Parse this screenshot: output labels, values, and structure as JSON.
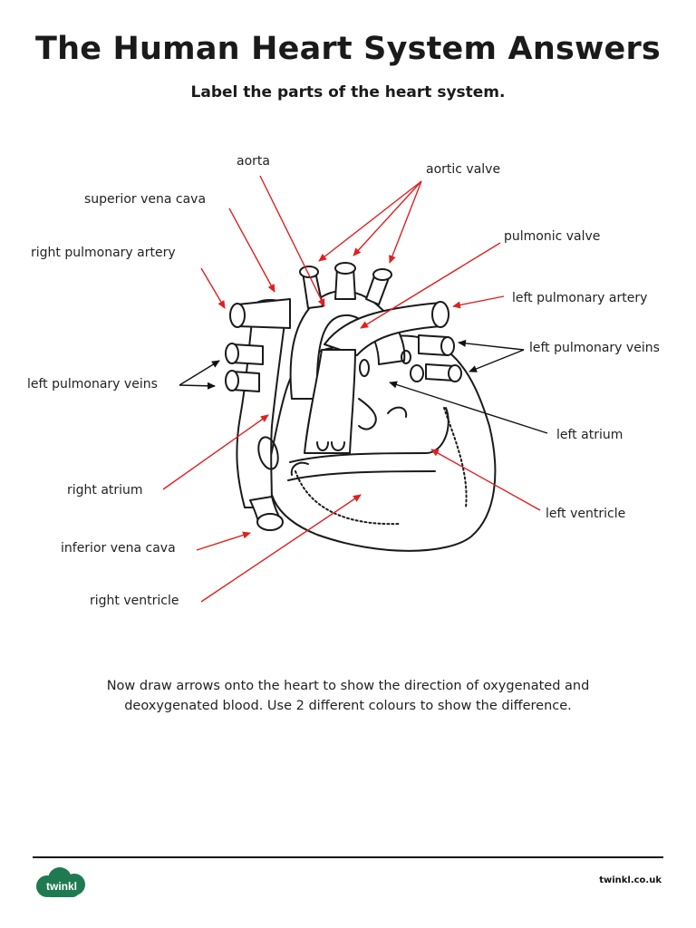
{
  "title": "The Human Heart System Answers",
  "subtitle": "Label the parts of the heart system.",
  "labels": {
    "aorta": "aorta",
    "aortic_valve": "aortic valve",
    "superior_vena_cava": "superior vena cava",
    "pulmonic_valve": "pulmonic valve",
    "right_pulmonary_artery": "right pulmonary artery",
    "left_pulmonary_artery": "left pulmonary artery",
    "left_pulmonary_veins_right": "left pulmonary veins",
    "left_pulmonary_veins_left": "left pulmonary veins",
    "left_atrium": "left atrium",
    "right_atrium": "right atrium",
    "left_ventricle": "left ventricle",
    "inferior_vena_cava": "inferior vena cava",
    "right_ventricle": "right ventricle"
  },
  "instructions": {
    "line1": "Now draw arrows onto the heart to show the direction of oxygenated and",
    "line2": "deoxygenated blood.  Use 2 different colours to show the difference."
  },
  "footer": {
    "logo_text": "twinkl",
    "site": "twinkl.co.uk"
  },
  "colors": {
    "arrow_red": "#e02020",
    "arrow_black": "#111111",
    "logo_green": "#1f7a52"
  }
}
